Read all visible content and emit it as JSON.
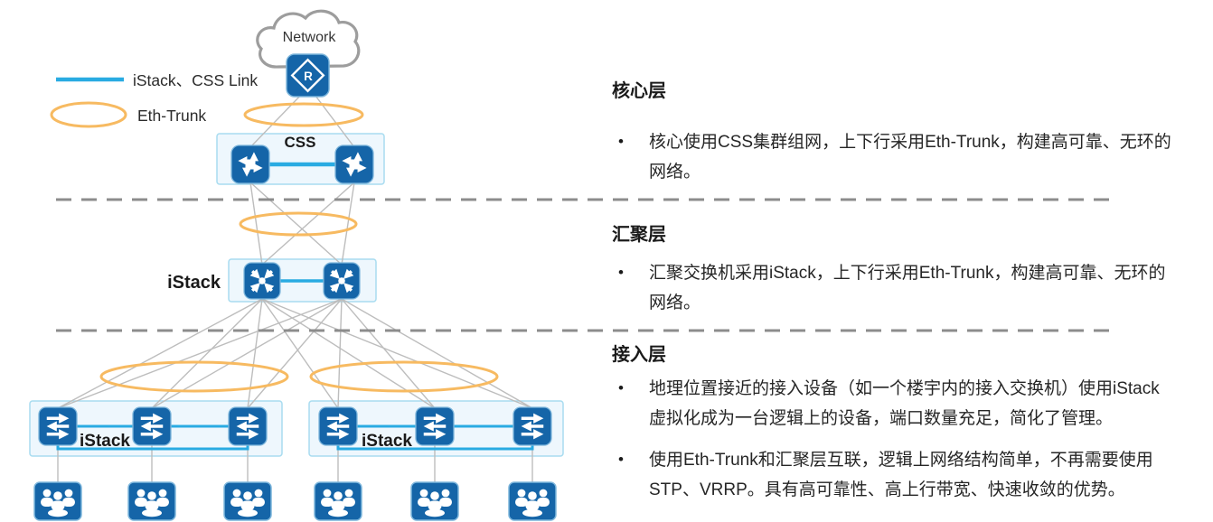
{
  "legend": {
    "link_label": "iStack、CSS Link",
    "trunk_label": "Eth-Trunk"
  },
  "diagram": {
    "cloud_label": "Network",
    "router_letter": "R",
    "core_box_label": "CSS",
    "agg_box_label": "iStack",
    "access_left_label": "iStack",
    "access_right_label": "iStack"
  },
  "bullet_char": "•",
  "panels": [
    {
      "heading": "核心层",
      "bullets": [
        "核心使用CSS集群组网，上下行采用Eth-Trunk，构建高可靠、无环的网络。"
      ]
    },
    {
      "heading": "汇聚层",
      "bullets": [
        "汇聚交换机采用iStack，上下行采用Eth-Trunk，构建高可靠、无环的网络。"
      ]
    },
    {
      "heading": "接入层",
      "bullets": [
        "地理位置接近的接入设备（如一个楼宇内的接入交换机）使用iStack虚拟化成为一台逻辑上的设备，端口数量充足，简化了管理。",
        "使用Eth-Trunk和汇聚层互联，逻辑上网络结构简单，不再需要使用STP、VRRP。具有高可靠性、高上行带宽、快速收敛的优势。"
      ]
    }
  ],
  "colors": {
    "icon_blue": "#1565a8",
    "link_blue": "#29abe2",
    "trunk_orange": "#f7ba61",
    "box_fill": "#eef7fd",
    "box_border": "#a8dcf0",
    "line_gray": "#bdbdbd",
    "divider_gray": "#8c8c8c",
    "text_dark": "#262626",
    "cloud_gray": "#9d9d9d"
  }
}
